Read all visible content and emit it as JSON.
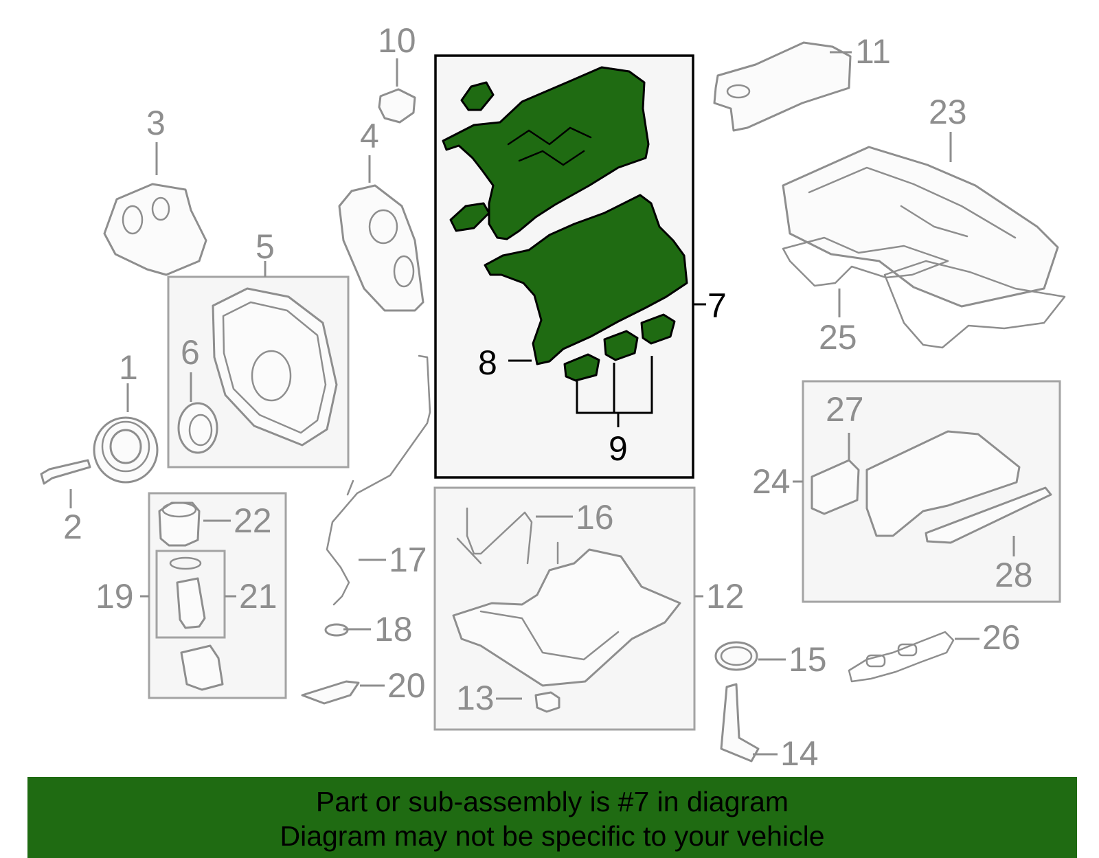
{
  "callouts": {
    "c1": "1",
    "c2": "2",
    "c3": "3",
    "c4": "4",
    "c5": "5",
    "c6": "6",
    "c7": "7",
    "c8": "8",
    "c9": "9",
    "c10": "10",
    "c11": "11",
    "c12": "12",
    "c13": "13",
    "c14": "14",
    "c15": "15",
    "c16": "16",
    "c17": "17",
    "c18": "18",
    "c19": "19",
    "c20": "20",
    "c21": "21",
    "c22": "22",
    "c23": "23",
    "c24": "24",
    "c25": "25",
    "c26": "26",
    "c27": "27",
    "c28": "28"
  },
  "highlighted_part": "7",
  "colors": {
    "highlight": "#1f6b12",
    "parts": "#8e8e8e",
    "banner": "#1f6b12"
  },
  "banner": {
    "line1": "Part or sub-assembly is #7 in diagram",
    "line2": "Diagram may not be specific to your vehicle"
  }
}
